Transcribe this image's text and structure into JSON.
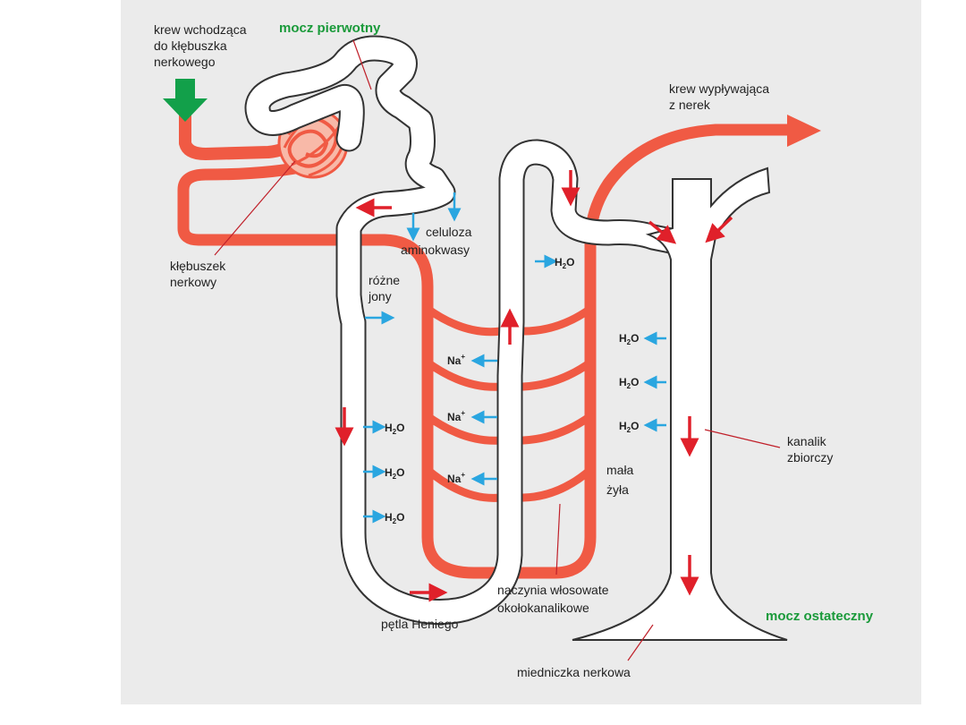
{
  "labels": {
    "blood_in": [
      "krew wchodząca",
      "do kłębuszka",
      "nerkowego"
    ],
    "primary_urine": "mocz pierwotny",
    "blood_out": [
      "krew wypływająca",
      "z nerek"
    ],
    "glomerulus": [
      "kłębuszek",
      "nerkowy"
    ],
    "cellulose": "celuloza",
    "amino_acids": "aminokwasy",
    "ions": [
      "różne",
      "jony"
    ],
    "collecting_duct": [
      "kanalik",
      "zbiorczy"
    ],
    "small_vein": [
      "mała",
      "żyła"
    ],
    "capillaries": [
      "naczynia włosowate",
      "okołokanalikowe"
    ],
    "loop_of_henle": "pętla Heniego",
    "final_urine": "mocz ostateczny",
    "renal_pelvis": "miedniczka nerkowa"
  },
  "chem": {
    "water_main": "H",
    "water_sub": "2",
    "water_tail": "O",
    "sodium_main": "Na",
    "sodium_sup": "+"
  },
  "colors": {
    "vessel": "#f05a44",
    "arrow_red": "#e0202a",
    "arrow_blue": "#2aa6e0",
    "arrow_green": "#12a04a",
    "tubule_fill": "#ffffff",
    "tubule_outline": "#333333",
    "background": "#ebebeb"
  }
}
